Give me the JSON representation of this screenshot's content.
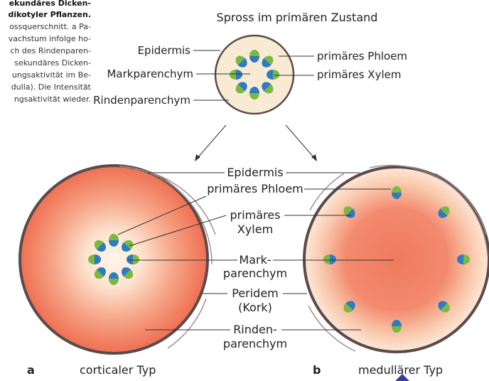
{
  "caption": {
    "line1": "ekundäres Dicken-",
    "line2": "dikotyler Pflanzen.",
    "line3": "ossquerschnitt. a Pa-",
    "line4": "vachstum infolge ho-",
    "line5": "ch des Rindenparen-",
    "line6": "sekundäres Dicken-",
    "line7": "ungsaktivität im Be-",
    "line8": "dulla). Die Intensität",
    "line9": "ngsaktivität wieder."
  },
  "top": {
    "title": "Spross im primären  Zustand",
    "epidermis": "Epidermis",
    "markparenchym": "Markparenchym",
    "rindenparenchym": "Rindenparenchym",
    "phloem": "primäres Phloem",
    "xylem": "primäres Xylem"
  },
  "center": {
    "epidermis": "Epidermis",
    "phloem": "primäres Phloem",
    "xylem_1": "primäres",
    "xylem_2": "Xylem",
    "mark_1": "Mark-",
    "mark_2": "parenchym",
    "peridem_1": "Peridem",
    "peridem_2": "(Kork)",
    "rinden_1": "Rinden-",
    "rinden_2": "parenchym"
  },
  "bottom": {
    "a_letter": "a",
    "a_label": "corticaler Typ",
    "b_letter": "b",
    "b_label": "medullärer Typ"
  },
  "colors": {
    "epidermis_ring": "#5a4a48",
    "rind_outer": "#f07a5c",
    "rind_inner": "#fde7d6",
    "top_fill": "#f9ebd3",
    "phloem": "#7ab940",
    "xylem": "#2f7ac0"
  }
}
